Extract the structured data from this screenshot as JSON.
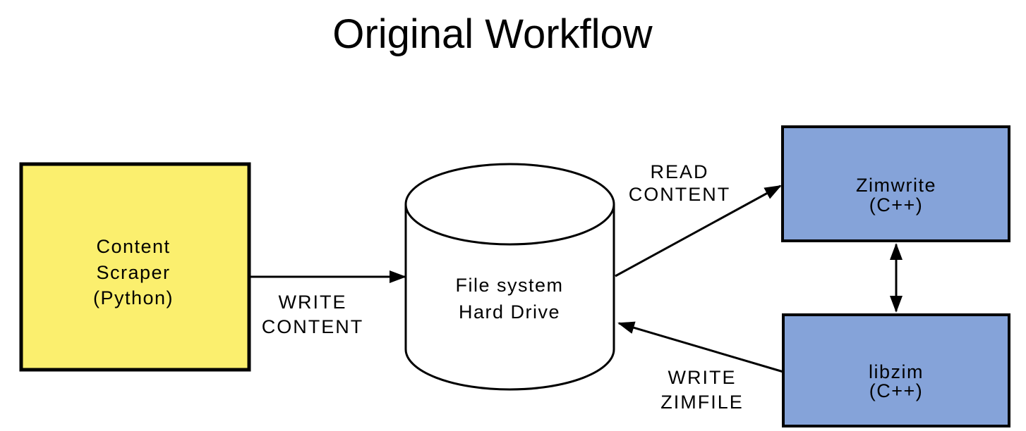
{
  "title": "Original Workflow",
  "colors": {
    "background": "#FFFFFF",
    "scraper_fill": "#FBEF6E",
    "component_fill": "#85A3D9",
    "cylinder_fill": "#FFFFFF",
    "stroke": "#000000"
  },
  "nodes": {
    "content_scraper": {
      "lines": [
        "Content",
        "Scraper",
        "(Python)"
      ]
    },
    "file_system": {
      "lines": [
        "File system",
        "Hard Drive"
      ]
    },
    "zimwrite": {
      "lines": [
        "Zimwrite",
        "(C++)"
      ]
    },
    "libzim": {
      "lines": [
        "libzim",
        "(C++)"
      ]
    }
  },
  "edges": {
    "write_content": {
      "lines": [
        "WRITE",
        "CONTENT"
      ]
    },
    "read_content": {
      "lines": [
        "READ",
        "CONTENT"
      ]
    },
    "write_zimfile": {
      "lines": [
        "WRITE",
        "ZIMFILE"
      ]
    }
  }
}
